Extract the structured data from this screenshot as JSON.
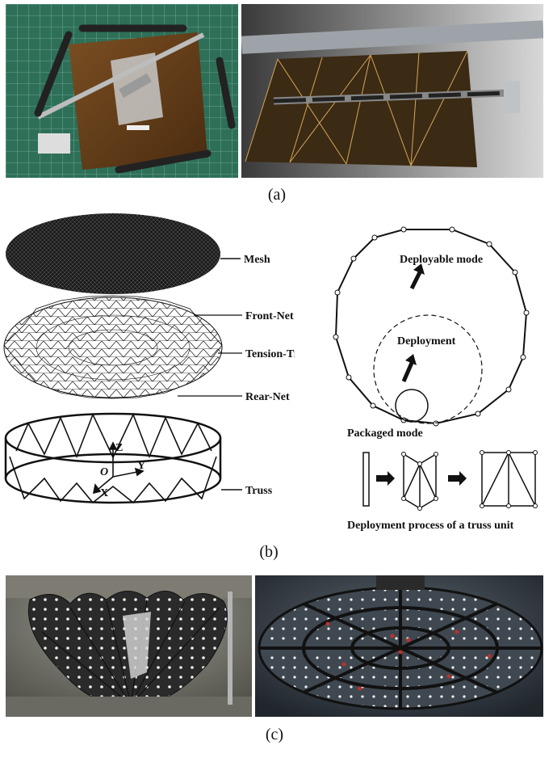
{
  "captions": {
    "a": "(a)",
    "b": "(b)",
    "c": "(c)"
  },
  "labels": {
    "mesh": "Mesh",
    "front_net": "Front-Net",
    "tension_tie": "Tension-Tie",
    "rear_net": "Rear-Net",
    "truss": "Truss",
    "axis_z": "Z",
    "axis_o": "O",
    "axis_y": "Y",
    "axis_x": "X",
    "deployable_mode": "Deployable mode",
    "deployment": "Deployment",
    "packaged_mode": "Packaged mode",
    "truss_process": "Deployment process of a truss unit"
  }
}
